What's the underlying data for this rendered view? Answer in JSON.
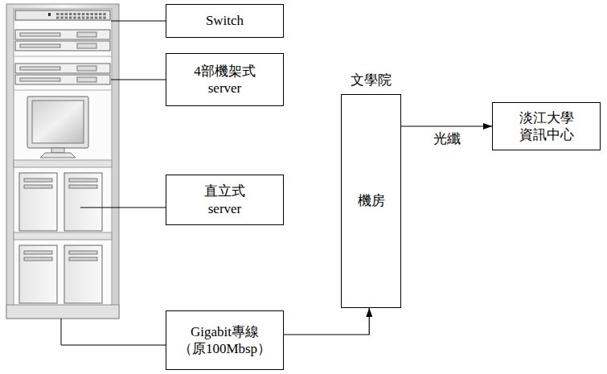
{
  "diagram": {
    "nodes": [
      {
        "text": [
          "Switch"
        ]
      },
      {
        "text": [
          "4部機架式 server"
        ]
      },
      {
        "text": [
          "直立式 server"
        ]
      },
      {
        "text": [
          "Gigabit專線 （原100Mbsp）"
        ]
      },
      {
        "text": [
          "文學院",
          "機房"
        ]
      },
      {
        "text": [
          "淡江大學 資訊中心"
        ]
      }
    ],
    "edges": [
      {
        "from": 3,
        "to": 4,
        "arrow": "to"
      },
      {
        "from": 4,
        "to": 5,
        "label": "光纖",
        "arrow": "to"
      }
    ]
  }
}
